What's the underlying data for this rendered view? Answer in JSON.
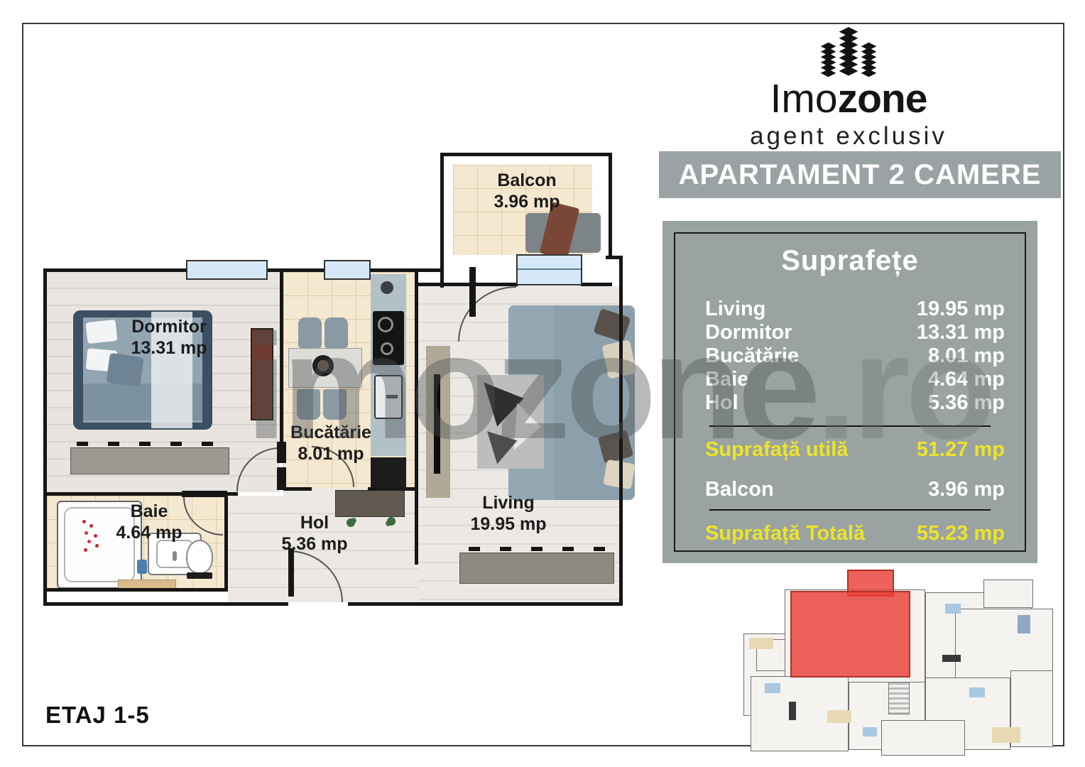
{
  "logo": {
    "icon": "buildings-icon",
    "brand_light": "Imo",
    "brand_bold": "zone",
    "tagline": "agent exclusiv"
  },
  "banner": {
    "title": "APARTAMENT 2 CAMERE"
  },
  "surface_panel": {
    "title": "Suprafețe",
    "rows": [
      {
        "label": "Living",
        "value": "19.95 mp"
      },
      {
        "label": "Dormitor",
        "value": "13.31 mp"
      },
      {
        "label": "Bucătărie",
        "value": "8.01 mp"
      },
      {
        "label": "Baie",
        "value": "4.64 mp"
      },
      {
        "label": "Hol",
        "value": "5.36 mp"
      }
    ],
    "utila": {
      "label": "Suprafață utilă",
      "value": "51.27 mp"
    },
    "balcon": {
      "label": "Balcon",
      "value": "3.96 mp"
    },
    "totala": {
      "label": "Suprafață Totală",
      "value": "55.23 mp"
    },
    "panel_color": "#9aa3a2",
    "accent_color": "#ece427"
  },
  "floor_plan": {
    "rooms": [
      {
        "id": "balcon",
        "name": "Balcon",
        "area": "3.96 mp"
      },
      {
        "id": "dormitor",
        "name": "Dormitor",
        "area": "13.31 mp"
      },
      {
        "id": "bucatarie",
        "name": "Bucătărie",
        "area": "8.01 mp"
      },
      {
        "id": "baie",
        "name": "Baie",
        "area": "4.64 mp"
      },
      {
        "id": "hol",
        "name": "Hol",
        "area": "5.36 mp"
      },
      {
        "id": "living",
        "name": "Living",
        "area": "19.95 mp"
      }
    ],
    "highlight_color": "rgba(233,63,54,0.82)"
  },
  "floor_label": "ETAJ 1-5",
  "watermark": {
    "text": "imozone",
    "suffix": ".ro"
  }
}
